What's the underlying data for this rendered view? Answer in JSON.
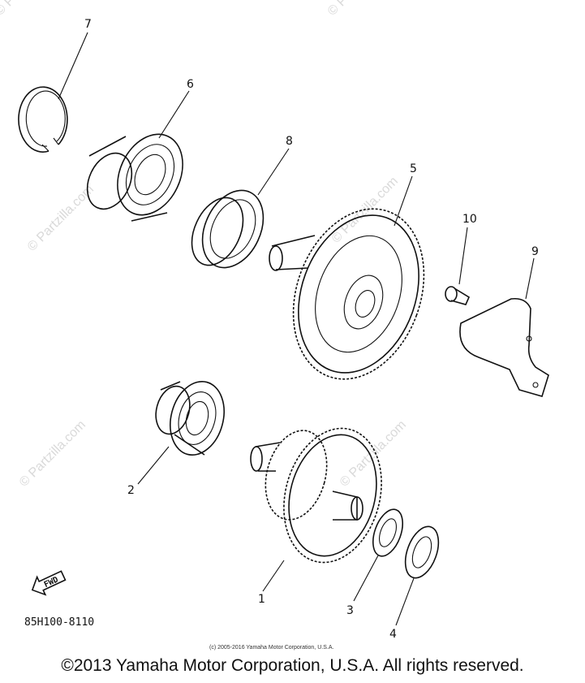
{
  "callouts": [
    {
      "n": "1"
    },
    {
      "n": "2"
    },
    {
      "n": "3"
    },
    {
      "n": "4"
    },
    {
      "n": "5"
    },
    {
      "n": "6"
    },
    {
      "n": "7"
    },
    {
      "n": "8"
    },
    {
      "n": "9"
    },
    {
      "n": "10"
    }
  ],
  "fwd_label": "FWD",
  "diagram_code": "85H100-8110",
  "small_copyright": "(c) 2005-2016 Yamaha Motor Corporation, U.S.A.",
  "watermark": "© Partzilla.com",
  "copyright": "©2013 Yamaha Motor Corporation, U.S.A. All rights reserved."
}
